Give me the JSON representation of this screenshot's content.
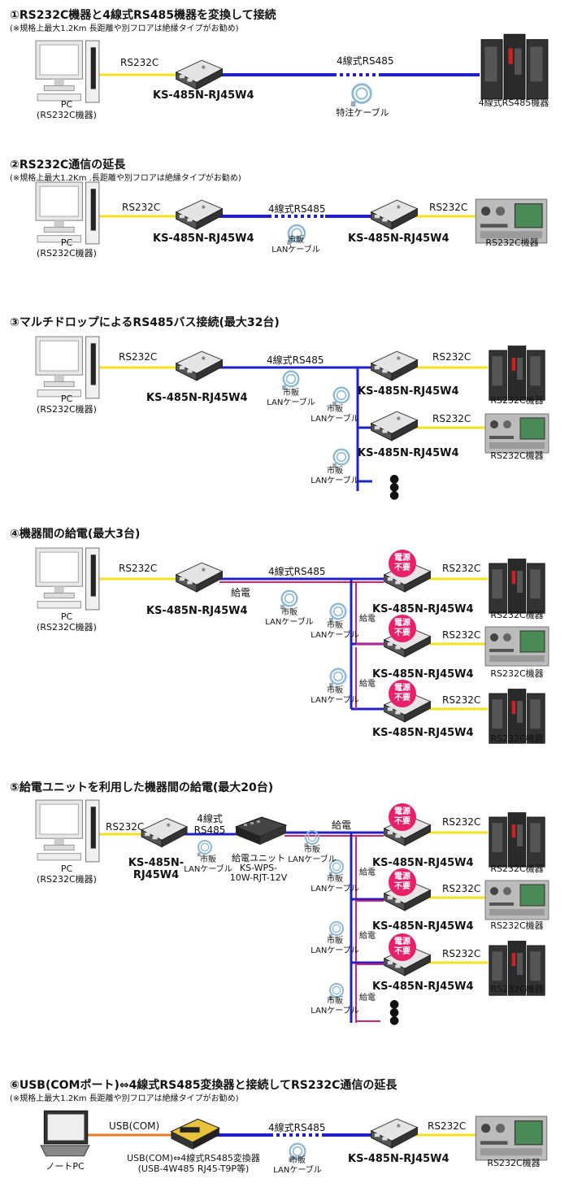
{
  "colors": {
    "rs232c": "#f5e11e",
    "rs485": "#2020c8",
    "power": "#e01e6e",
    "usb": "#e87a20",
    "badge": "#e8206a"
  },
  "labels": {
    "rs232c": "RS232C",
    "rs485_4w": "4線式RS485",
    "rs485_4w_a": "4線式",
    "rs485_4w_b": "RS485",
    "pc": "PC",
    "pc_sub": "(RS232C機器)",
    "converter": "KS-485N-RJ45W4",
    "converter_a": "KS-485N-",
    "converter_b": "RJ45W4",
    "device_rs232c": "RS232C機器",
    "device_rs485": "4線式RS485機器",
    "special_cable": "特注ケーブル",
    "lan_a": "市販",
    "lan_b": "LANケーブル",
    "power": "給電",
    "badge": "電源\n不要",
    "power_unit": "給電ユニット",
    "power_unit_model_a": "KS-WPS-",
    "power_unit_model_b": "10W-RJT-12V",
    "usb": "USB(COM)",
    "usb_conv_a": "USB(COM)⇔4線式RS485変換器",
    "usb_conv_b": "(USB-4W485 RJ45-T9P等)",
    "notebook": "ノートPC"
  },
  "sections": [
    {
      "title": "①RS232C機器と4線式RS485機器を変換して接続",
      "note": "(※規格上最大1.2Km 長距離や別フロアは絶縁タイプがお勧め)"
    },
    {
      "title": "②RS232C通信の延長",
      "note": "(※規格上最大1.2Km .長距離や別フロアは絶縁タイプがお勧め)"
    },
    {
      "title": "③マルチドロップによるRS485バス接続(最大32台)",
      "note": ""
    },
    {
      "title": "④機器間の給電(最大3台)",
      "note": ""
    },
    {
      "title": "⑤給電ユニットを利用した機器間の給電(最大20台)",
      "note": ""
    },
    {
      "title": "⑥USB(COMポート)⇔4線式RS485変換器と接続してRS232C通信の延長",
      "note": "(※規格上最大1.2Km 長距離や別フロアは絶縁タイプがお勧め)"
    }
  ]
}
